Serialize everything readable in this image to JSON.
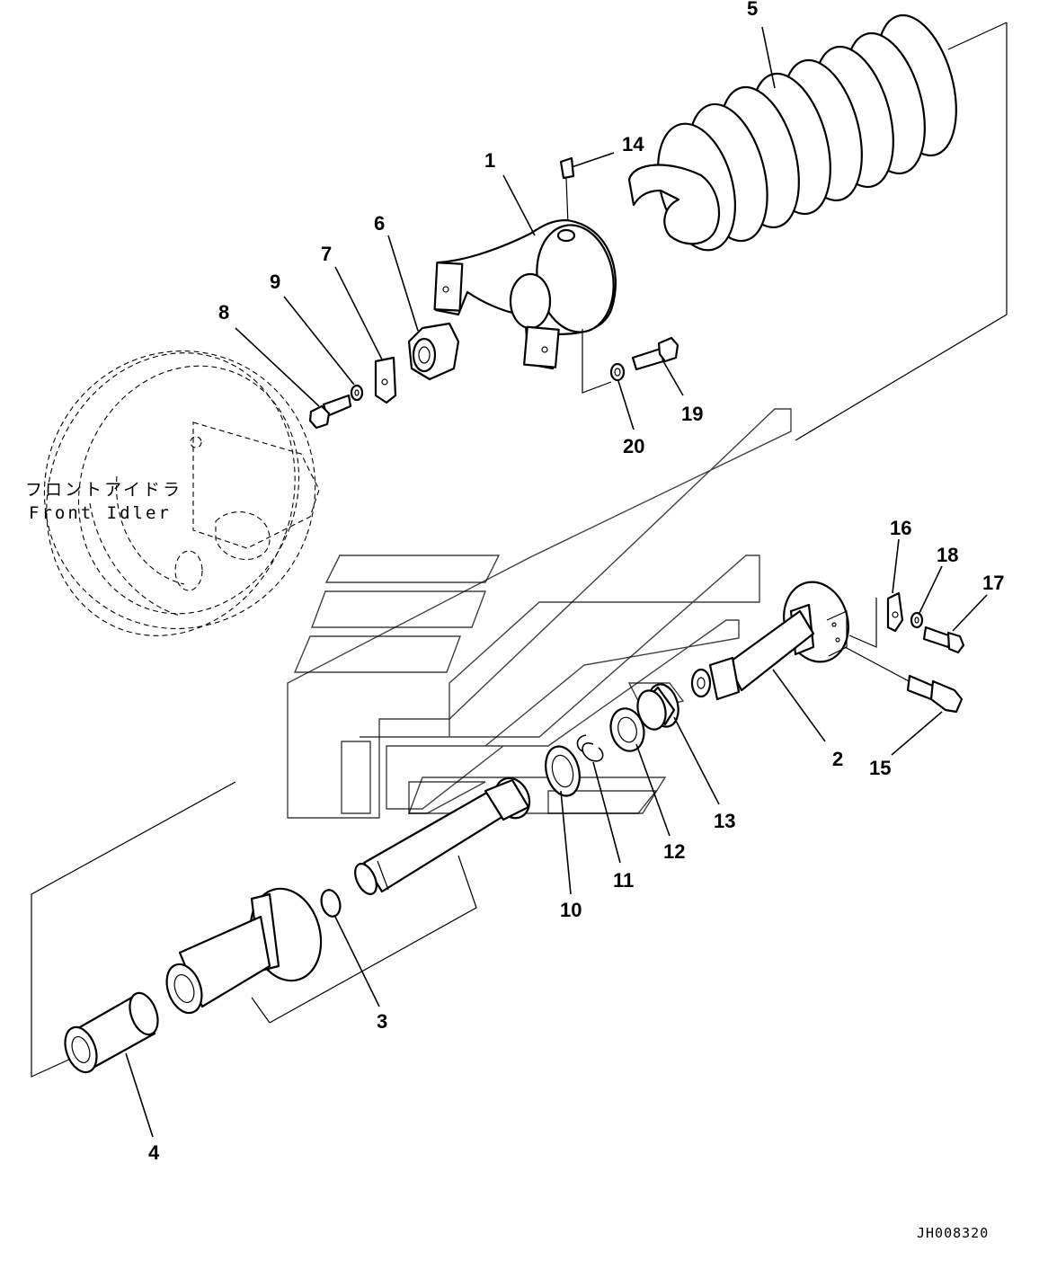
{
  "figure_code": "JH008320",
  "idler_caption": {
    "japanese": "フロントアイドラ",
    "english": "Front Idler"
  },
  "callouts": [
    {
      "id": "1",
      "label": "1"
    },
    {
      "id": "2",
      "label": "2"
    },
    {
      "id": "3",
      "label": "3"
    },
    {
      "id": "4",
      "label": "4"
    },
    {
      "id": "5",
      "label": "5"
    },
    {
      "id": "6",
      "label": "6"
    },
    {
      "id": "7",
      "label": "7"
    },
    {
      "id": "8",
      "label": "8"
    },
    {
      "id": "9",
      "label": "9"
    },
    {
      "id": "10",
      "label": "10"
    },
    {
      "id": "11",
      "label": "11"
    },
    {
      "id": "12",
      "label": "12"
    },
    {
      "id": "13",
      "label": "13"
    },
    {
      "id": "14",
      "label": "14"
    },
    {
      "id": "15",
      "label": "15"
    },
    {
      "id": "16",
      "label": "16"
    },
    {
      "id": "17",
      "label": "17"
    },
    {
      "id": "18",
      "label": "18"
    },
    {
      "id": "19",
      "label": "19"
    },
    {
      "id": "20",
      "label": "20"
    }
  ]
}
